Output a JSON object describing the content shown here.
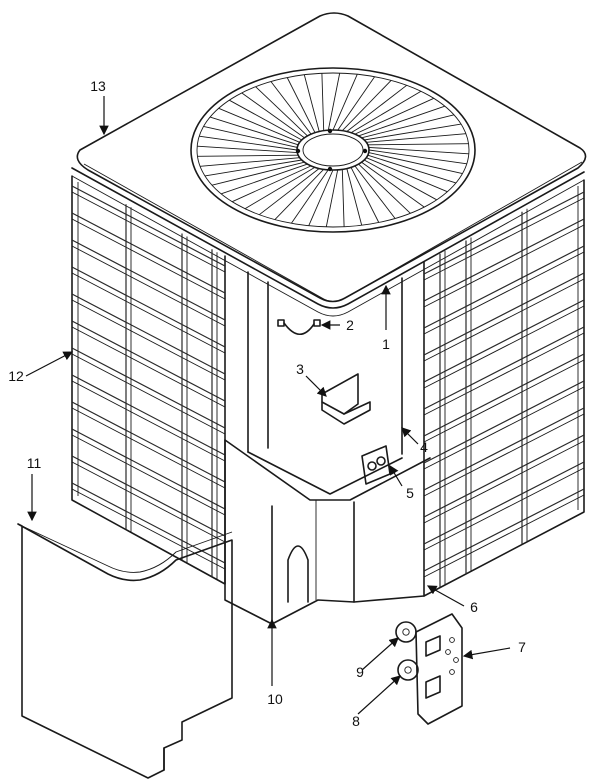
{
  "callouts": [
    "1",
    "2",
    "3",
    "4",
    "5",
    "6",
    "7",
    "8",
    "9",
    "10",
    "11",
    "12",
    "13"
  ]
}
